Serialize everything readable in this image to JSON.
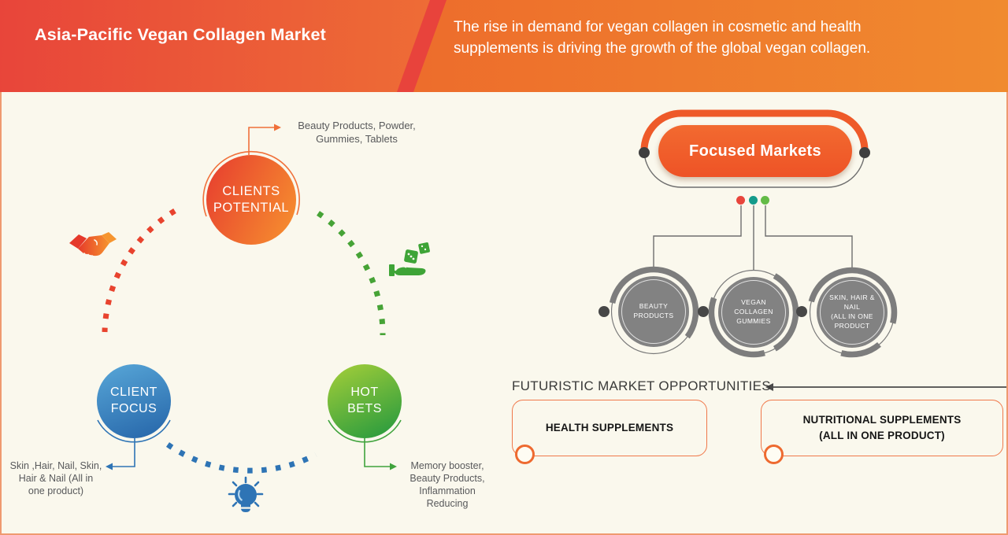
{
  "banner": {
    "title": "Asia-Pacific Vegan Collagen Market",
    "subtitle_lines": [
      "The rise in demand for vegan collagen in cosmetic and health",
      "supplements is driving the growth of the global vegan collagen."
    ]
  },
  "strategy_map": {
    "nodes": [
      {
        "id": "clients-potential",
        "lines": [
          "CLIENTS",
          "POTENTIAL"
        ],
        "callout_lines": [
          "Beauty Products, Powder,",
          "Gummies, Tablets"
        ]
      },
      {
        "id": "client-focus",
        "lines": [
          "CLIENT",
          "FOCUS"
        ],
        "callout_lines": [
          "Skin ,Hair, Nail, Skin,",
          "Hair & Nail (All in",
          "one product)"
        ]
      },
      {
        "id": "hot-bets",
        "lines": [
          "HOT",
          "BETS"
        ],
        "callout_lines": [
          "Memory booster,",
          "Beauty Products,",
          "Inflammation",
          "Reducing"
        ]
      }
    ],
    "icons": [
      "handshake-icon",
      "dice-hand-icon",
      "lightbulb-icon"
    ]
  },
  "focused_markets": {
    "label": "Focused Markets",
    "circles": [
      {
        "lines": [
          "BEAUTY PRODUCTS"
        ]
      },
      {
        "lines": [
          "VEGAN COLLAGEN",
          "GUMMIES"
        ]
      },
      {
        "lines": [
          "SKIN, HAIR & NAIL",
          "(ALL IN ONE",
          "PRODUCT"
        ]
      }
    ]
  },
  "opportunities": {
    "heading": "FUTURISTIC MARKET OPPORTUNITIES",
    "boxes": [
      {
        "lines": [
          "HEALTH SUPPLEMENTS"
        ]
      },
      {
        "lines": [
          "NUTRITIONAL SUPPLEMENTS",
          "(ALL IN ONE PRODUCT)"
        ]
      }
    ]
  },
  "colors": {
    "banner_red": "#E8453A",
    "banner_orange": "#F59D30",
    "banner_right_orange": "#ED6E2D",
    "accent_red": "#E8432E",
    "accent_green": "#3FA33C",
    "accent_blue": "#2E74B5",
    "accent_teal": "#149B8B",
    "pill_orange": "#EF5B29",
    "gray_circle": "#828282",
    "background": "#FAF8ED",
    "box_border": "#F0784A"
  }
}
